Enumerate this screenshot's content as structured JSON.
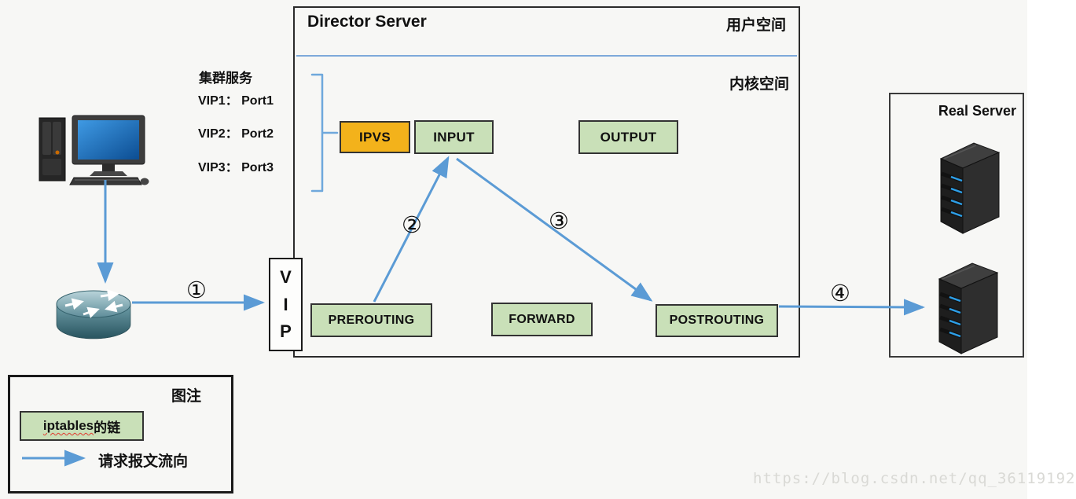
{
  "director": {
    "title": "Director Server",
    "user_space_label": "用户空间",
    "kernel_space_label": "内核空间"
  },
  "cluster_service": {
    "title": "集群服务",
    "vips": [
      "VIP1： Port1",
      "VIP2： Port2",
      "VIP3： Port3"
    ]
  },
  "vip_box": {
    "letters": [
      "V",
      "I",
      "P"
    ]
  },
  "chains": {
    "ipvs": "IPVS",
    "input": "INPUT",
    "output": "OUTPUT",
    "prerouting": "PREROUTING",
    "forward": "FORWARD",
    "postrouting": "POSTROUTING"
  },
  "real_server": {
    "title": "Real Server"
  },
  "flow_steps": [
    "①",
    "②",
    "③",
    "④"
  ],
  "legend": {
    "title": "图注",
    "chain_label_en": "iptables",
    "chain_label_zh": "的链",
    "flow_label": "请求报文流向"
  },
  "watermark": "https://blog.csdn.net/qq_36119192",
  "colors": {
    "bg": "#f7f7f5",
    "arrow": "#5b9bd5",
    "bracket": "#6fa8dc",
    "divider": "#7ea9da",
    "chain_fill": "#c9e0b8",
    "ipvs_fill": "#f3b21b"
  }
}
